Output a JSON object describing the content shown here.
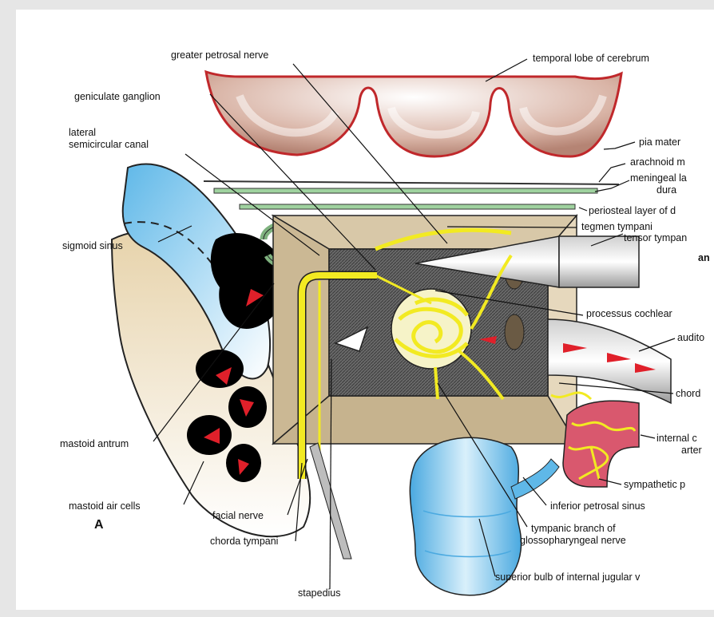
{
  "panel_letter": "A",
  "labels": {
    "greater_petrosal_nerve": "greater petrosal nerve",
    "temporal_lobe": "temporal lobe of cerebrum",
    "geniculate_ganglion": "geniculate ganglion",
    "lateral_canal_line1": "lateral",
    "lateral_canal_line2": "semicircular canal",
    "pia_mater": "pia mater",
    "arachnoid": "arachnoid m",
    "meningeal_layer": "meningeal la",
    "dura": "dura",
    "periosteal_layer": "periosteal layer of d",
    "tegmen_tympani": "tegmen tympani",
    "tensor_tympani": "tensor tympan",
    "an": "an",
    "sigmoid_sinus": "sigmoid sinus",
    "processus_cochlear": "processus cochlear",
    "audito": "audito",
    "chord": "chord",
    "mastoid_antrum": "mastoid antrum",
    "internal_carotid_line1": "internal c",
    "internal_carotid_line2": "arter",
    "sympathetic": "sympathetic p",
    "mastoid_air_cells": "mastoid air cells",
    "inferior_petrosal_sinus": "inferior petrosal sinus",
    "facial_nerve": "facial nerve",
    "tympanic_branch_line1": "tympanic branch of",
    "tympanic_branch_line2": "glossopharyngeal nerve",
    "chorda_tympani": "chorda tympani",
    "superior_bulb": "superior bulb of internal jugular v",
    "stapedius": "stapedius"
  },
  "colors": {
    "background": "#e6e6e6",
    "panel": "#ffffff",
    "cerebrum": "#c99a8c",
    "cerebrum_outline": "#c0282b",
    "sinus_blue": "#5fb8e8",
    "nerve_yellow": "#f2ea22",
    "box_tan": "#d8c8a8",
    "box_inner": "#5a5a5a",
    "membrane_green": "#7fb27f",
    "carotid_pink": "#d9586e",
    "arrow_red": "#e0202a",
    "bone": "#efe2c4"
  }
}
